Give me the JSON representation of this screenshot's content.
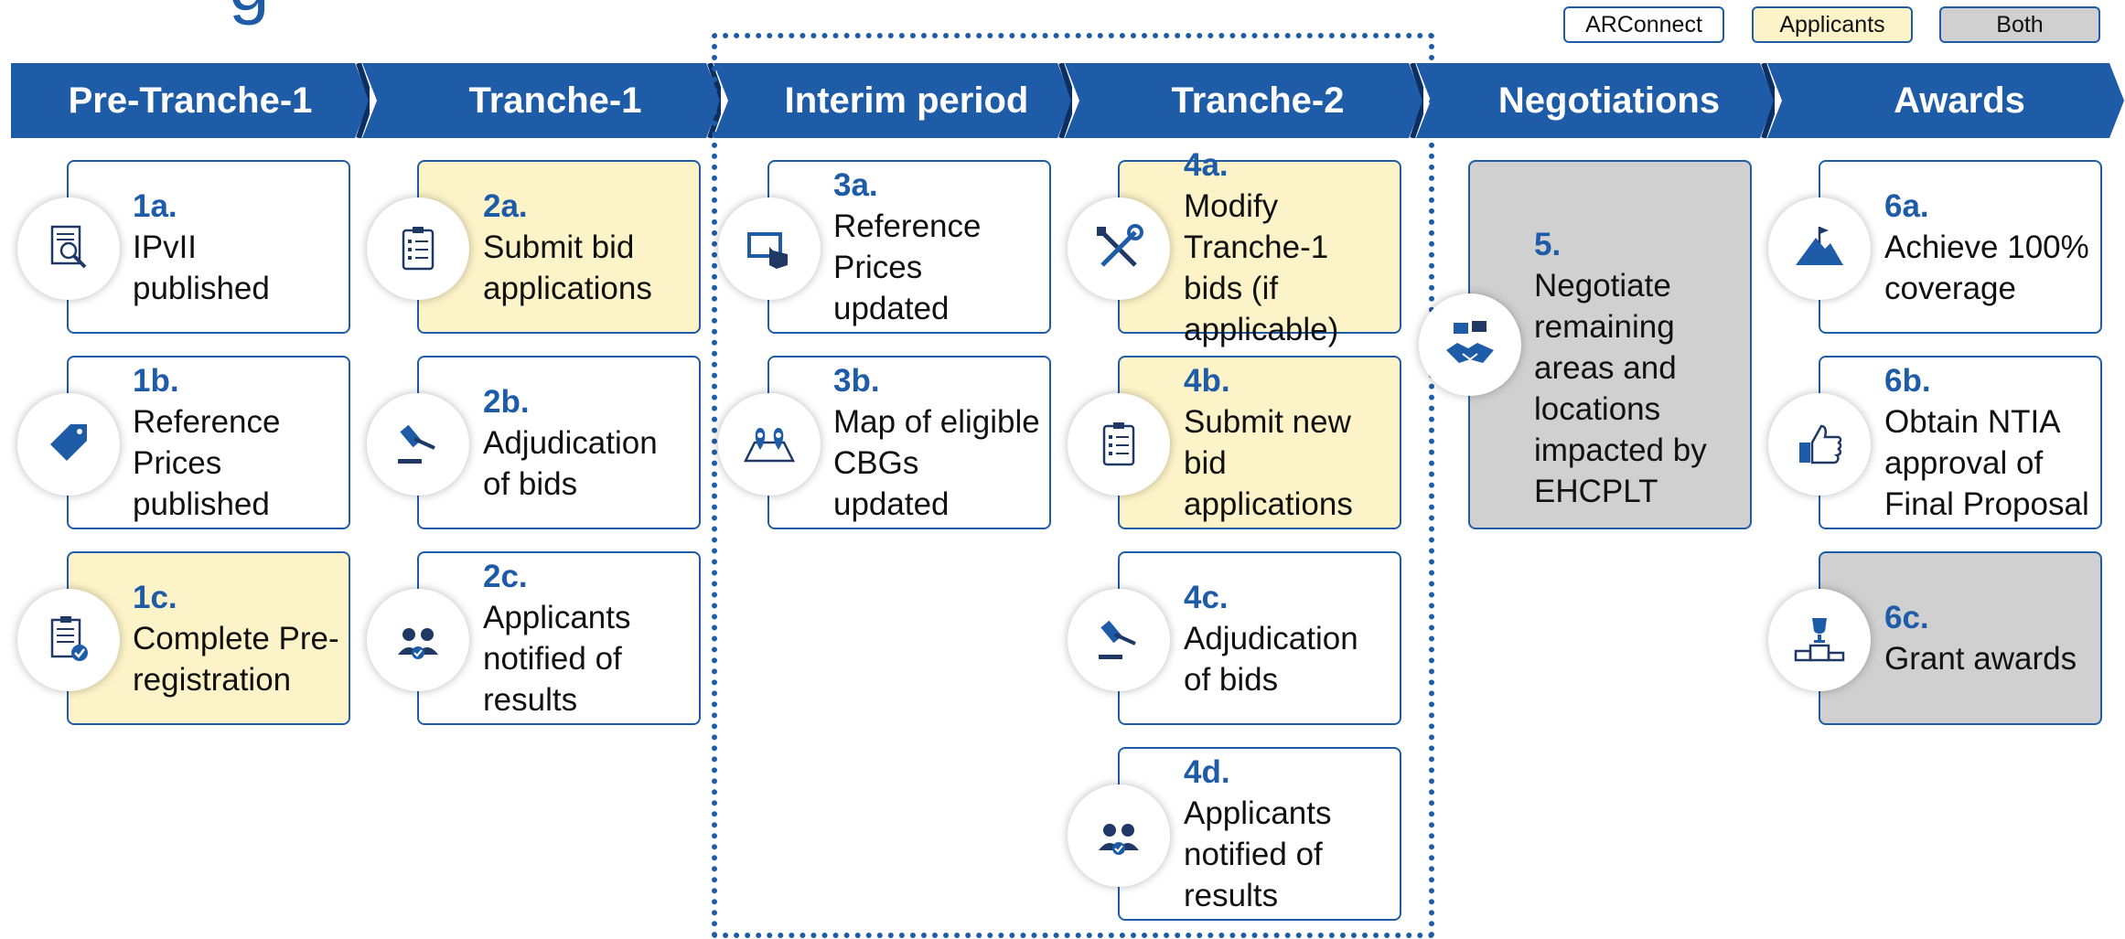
{
  "title_fragment": "g",
  "legend": {
    "arconnect": "ARConnect",
    "applicants": "Applicants",
    "both": "Both"
  },
  "colors": {
    "brand_blue": "#1f5ca8",
    "applicants_fill": "#fdf3c8",
    "both_fill": "#d0d0d0",
    "arconnect_fill": "#ffffff"
  },
  "phases": [
    {
      "label": "Pre-Tranche-1"
    },
    {
      "label": "Tranche-1"
    },
    {
      "label": "Interim period"
    },
    {
      "label": "Tranche-2"
    },
    {
      "label": "Negotiations"
    },
    {
      "label": "Awards"
    }
  ],
  "steps": {
    "s1a": {
      "num": "1a.",
      "text": "IPvII published",
      "owner": "ARConnect",
      "icon": "document-search-icon"
    },
    "s1b": {
      "num": "1b.",
      "text": "Reference Prices published",
      "owner": "ARConnect",
      "icon": "price-tag-icon"
    },
    "s1c": {
      "num": "1c.",
      "text": "Complete Pre-registration",
      "owner": "Applicants",
      "icon": "checklist-check-icon"
    },
    "s2a": {
      "num": "2a.",
      "text": "Submit bid applications",
      "owner": "Applicants",
      "icon": "clipboard-list-icon"
    },
    "s2b": {
      "num": "2b.",
      "text": "Adjudication of bids",
      "owner": "ARConnect",
      "icon": "gavel-icon"
    },
    "s2c": {
      "num": "2c.",
      "text": "Applicants notified of results",
      "owner": "ARConnect",
      "icon": "people-check-icon"
    },
    "s3a": {
      "num": "3a.",
      "text": "Reference Prices updated",
      "owner": "ARConnect",
      "icon": "touch-screen-icon"
    },
    "s3b": {
      "num": "3b.",
      "text": "Map of eligible CBGs updated",
      "owner": "ARConnect",
      "icon": "map-pin-icon"
    },
    "s4a": {
      "num": "4a.",
      "text": "Modify Tranche-1 bids (if applicable)",
      "owner": "Applicants",
      "icon": "tools-icon"
    },
    "s4b": {
      "num": "4b.",
      "text": "Submit new bid applications",
      "owner": "Applicants",
      "icon": "clipboard-list-icon"
    },
    "s4c": {
      "num": "4c.",
      "text": "Adjudication of bids",
      "owner": "ARConnect",
      "icon": "gavel-icon"
    },
    "s4d": {
      "num": "4d.",
      "text": "Applicants notified of results",
      "owner": "ARConnect",
      "icon": "people-check-icon"
    },
    "s5": {
      "num": "5.",
      "text": "Negotiate remaining areas and locations impacted by EHCPLT",
      "owner": "Both",
      "icon": "handshake-icon"
    },
    "s6a": {
      "num": "6a.",
      "text": "Achieve 100% coverage",
      "owner": "ARConnect",
      "icon": "mountain-flag-icon"
    },
    "s6b": {
      "num": "6b.",
      "text": "Obtain NTIA approval of Final Proposal",
      "owner": "ARConnect",
      "icon": "thumbs-up-icon"
    },
    "s6c": {
      "num": "6c.",
      "text": "Grant awards",
      "owner": "Both",
      "icon": "podium-trophy-icon"
    }
  }
}
